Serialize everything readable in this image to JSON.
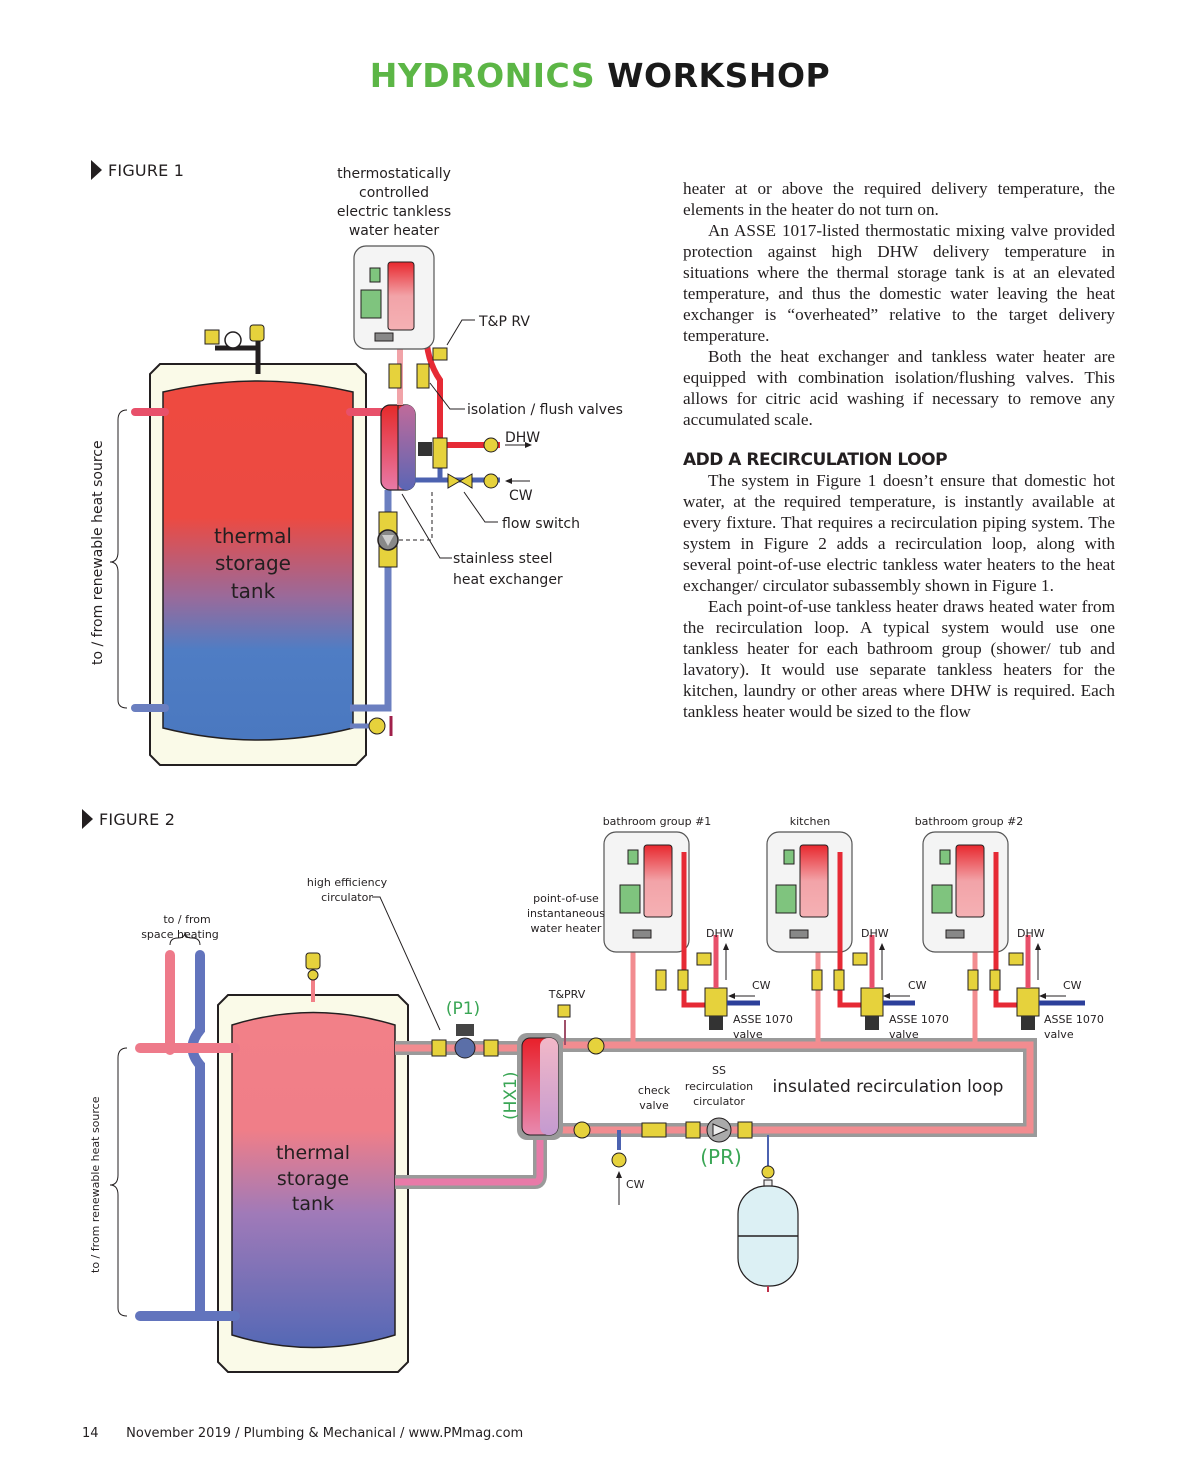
{
  "header": {
    "title_green": "HYDRONICS",
    "title_black": "WORKSHOP",
    "colors": {
      "green": "#5cb646",
      "black": "#1a1a1a"
    }
  },
  "figure1": {
    "label": "FIGURE 1",
    "labels": {
      "heater": [
        "thermostatically",
        "controlled",
        "electric tankless",
        "water heater"
      ],
      "tprv": "T&P RV",
      "isolation": "isolation / flush valves",
      "dhw": "DHW",
      "cw": "CW",
      "flow_switch": "flow switch",
      "hx": [
        "stainless steel",
        "heat exchanger"
      ],
      "tank": [
        "thermal",
        "storage",
        "tank"
      ],
      "renewable": "to / from renewable heat source"
    }
  },
  "article": {
    "para1": "heater at or above the required delivery temperature, the elements in the heater do not turn on.",
    "para2": "An ASSE 1017-listed thermostatic mixing valve provided protection against high DHW delivery temperature in situations where the thermal storage tank is at an elevated temperature, and thus the domestic water leaving the heat exchanger is “overheated” relative to the target delivery temperature.",
    "para3": "Both the heat exchanger and tankless water heater are equipped with combination isolation/flushing valves. This allows for citric acid washing if necessary to remove any accumulated scale.",
    "heading": "ADD A RECIRCULATION LOOP",
    "para4": "The system in Figure 1 doesn’t ensure that domestic hot water, at the required temperature, is instantly available at every fixture. That requires a recirculation piping system. The system in Figure 2 adds a recirculation loop, along with several point-of-use electric tankless water heaters to the heat exchanger/ circulator subassembly shown in Figure 1.",
    "para5": "Each point-of-use tankless heater draws heated water from the recirculation loop. A typical system would use one tankless heater for each bathroom group (shower/ tub and lavatory). It would use separate tankless heaters for the kitchen, laundry or other areas where DHW is required. Each tankless heater would be sized to the flow"
  },
  "figure2": {
    "label": "FIGURE 2",
    "labels": {
      "circulator": [
        "high efficiency",
        "circulator"
      ],
      "space_heating": [
        "to / from",
        "space heating"
      ],
      "p1": "(P1)",
      "hx1": "(HX1)",
      "tprv": "T&PRV",
      "pou": [
        "point-of-use",
        "instantaneous",
        "water heater"
      ],
      "groups": [
        "bathroom group #1",
        "kitchen",
        "bathroom group #2"
      ],
      "dhw": "DHW",
      "cw": "CW",
      "asse": [
        "ASSE 1070",
        "valve"
      ],
      "loop": "insulated recirculation loop",
      "ss_circ": [
        "SS",
        "recirculation",
        "circulator"
      ],
      "check": [
        "check",
        "valve"
      ],
      "pr": "(PR)",
      "cw_fill": "CW",
      "tank": [
        "thermal",
        "storage",
        "tank"
      ],
      "renewable": "to / from renewable heat source"
    },
    "accent": "#3aa655"
  },
  "footer": {
    "page": "14",
    "text": "November 2019  / Plumbing & Mechanical / www.PMmag.com"
  }
}
